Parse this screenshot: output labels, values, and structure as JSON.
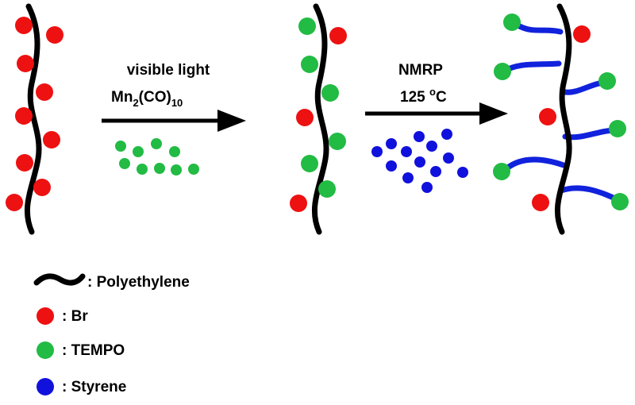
{
  "colors": {
    "polyethylene": "#000000",
    "br": "#ee1111",
    "tempo": "#22bb44",
    "styrene": "#1111dd",
    "polystyrene_chain": "#1122dd"
  },
  "steps": [
    {
      "line1": "visible light",
      "line2_main": "Mn",
      "line2_sub1": "2",
      "line2_mid": "(CO)",
      "line2_sub2": "10"
    },
    {
      "line1": "NMRP",
      "line2_main": "125 ",
      "line2_sup": "o",
      "line2_unit": "C"
    }
  ],
  "legend": [
    {
      "icon": "wavy-line-icon",
      "label": ": Polyethylene"
    },
    {
      "icon": "red-dot-icon",
      "label": ": Br"
    },
    {
      "icon": "green-dot-icon",
      "label": ": TEMPO"
    },
    {
      "icon": "blue-dot-icon",
      "label": ": Styrene"
    }
  ]
}
